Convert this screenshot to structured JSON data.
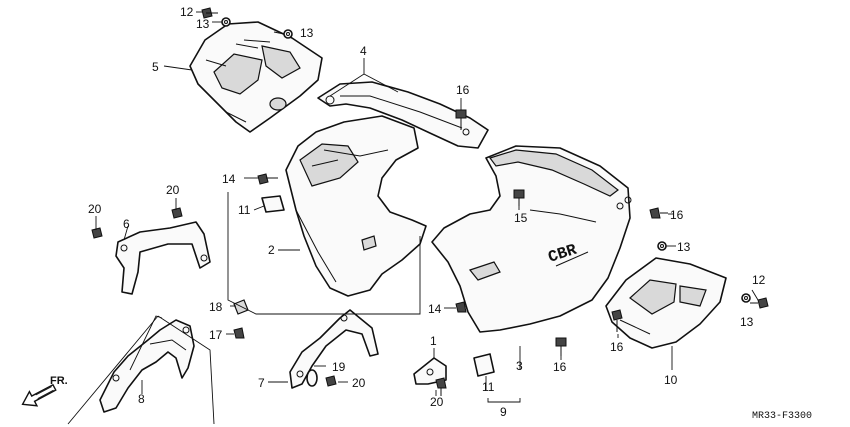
{
  "callouts": {
    "c1": "1",
    "c2": "2",
    "c3": "3",
    "c4": "4",
    "c5": "5",
    "c6": "6",
    "c7": "7",
    "c8": "8",
    "c9": "9",
    "c10": "10",
    "c11a": "11",
    "c11b": "11",
    "c12a": "12",
    "c12b": "12",
    "c13a": "13",
    "c13b": "13",
    "c13c": "13",
    "c13d": "13",
    "c14a": "14",
    "c14b": "14",
    "c15": "15",
    "c16a": "16",
    "c16b": "16",
    "c16c": "16",
    "c16d": "16",
    "c17": "17",
    "c18": "18",
    "c19": "19",
    "c20a": "20",
    "c20b": "20",
    "c20c": "20",
    "c20d": "20"
  },
  "direction_label": "FR.",
  "diagram_code": "MR33-F3300",
  "emblem_text": "CBR"
}
